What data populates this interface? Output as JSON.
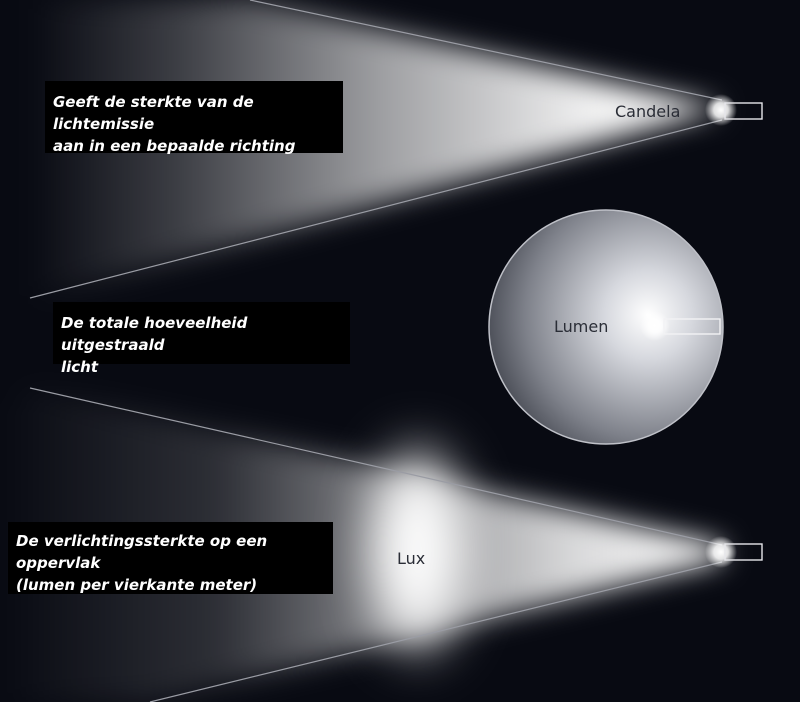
{
  "diagram": {
    "candela": {
      "label": "Candela",
      "caption_line1": "Geeft de sterkte van de lichtemissie",
      "caption_line2": "aan in een bepaalde richting"
    },
    "lumen": {
      "label": "Lumen",
      "caption_line1": "De totale hoeveelheid uitgestraald",
      "caption_line2": "licht"
    },
    "lux": {
      "label": "Lux",
      "caption_line1": "De verlichtingssterkte op een oppervlak",
      "caption_line2": "(lumen per vierkante meter)"
    }
  },
  "colors": {
    "background": "#080a12",
    "beam": "#ffffff",
    "caption_background": "#000000",
    "caption_text": "#ffffff",
    "label_text": "#2a2d36"
  }
}
